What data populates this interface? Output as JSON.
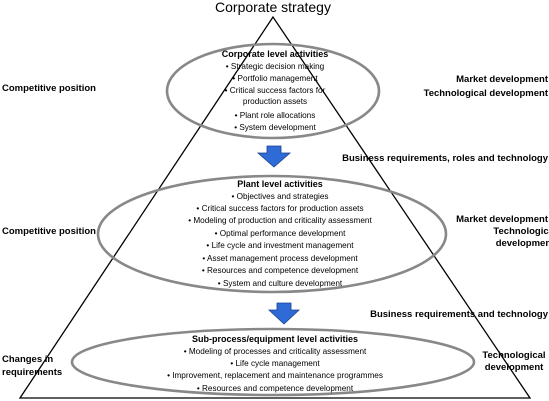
{
  "title": "Corporate strategy",
  "levels": [
    {
      "heading": "Corporate level activities",
      "items": [
        "• Strategic decision making",
        "• Portfolio management",
        "• Critical success factors for",
        "production assets",
        "• Plant role allocations",
        "• System development"
      ],
      "left_label": [
        "Competitive position"
      ],
      "right_label": [
        "Market development",
        "Technological development"
      ]
    },
    {
      "heading": "Plant level activities",
      "items": [
        "• Objectives and strategies",
        "• Critical success factors for production assets",
        "• Modeling of production and criticality assessment",
        "• Optimal performance development",
        "• Life cycle and investment management",
        "• Asset management process development",
        "• Resources and competence development",
        "• System and culture development"
      ],
      "left_label": [
        "Competitive position"
      ],
      "right_label": [
        "Market development",
        "Technological",
        "development"
      ]
    },
    {
      "heading": "Sub-process/equipment level activities",
      "items": [
        "• Modeling of processes and criticality assessment",
        "• Life cycle management",
        "• Improvement, replacement and maintenance programmes",
        "• Resources and competence development"
      ],
      "left_label": [
        "Changes in",
        "requirements"
      ],
      "right_label": [
        "Technological",
        "development"
      ]
    }
  ],
  "flows": [
    "Business requirements, roles and technology",
    "Business requirements and technology"
  ],
  "colors": {
    "arrow_fill": "#2e6bd6",
    "arrow_stroke": "#1b3f8f",
    "outline": "#000000"
  }
}
